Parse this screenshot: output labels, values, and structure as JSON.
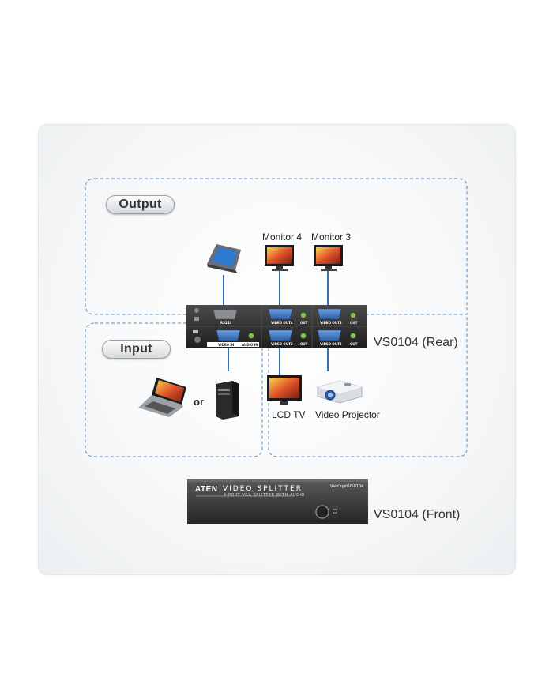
{
  "output_label": "Output",
  "input_label": "Input",
  "monitor4_label": "Monitor 4",
  "monitor3_label": "Monitor 3",
  "lcd_tv_label": "LCD TV",
  "projector_label": "Video Projector",
  "or_label": "or",
  "rear_label": "VS0104 (Rear)",
  "front_label": "VS0104 (Front)",
  "rear_ports": {
    "rs232": "RS232",
    "video_out4": "VIDEO OUT4",
    "video_out3": "VIDEO OUT3",
    "video_out2": "VIDEO OUT2",
    "video_out1": "VIDEO OUT1",
    "video_in": "VIDEO IN",
    "audio_in": "AUDIO IN",
    "out_a": "OUT",
    "out_b": "OUT",
    "out_c": "OUT",
    "out_d": "OUT"
  },
  "front_panel": {
    "brand": "ATEN",
    "product": "VIDEO SPLITTER",
    "subtitle": "4-PORT VGA SPLITTER WITH AUDIO",
    "series": "VanCryst",
    "model": "VS0104"
  },
  "colors": {
    "cable": "#3a6fb8",
    "dashed_border": "#7aa3c6",
    "device": "#2f2f2f"
  }
}
